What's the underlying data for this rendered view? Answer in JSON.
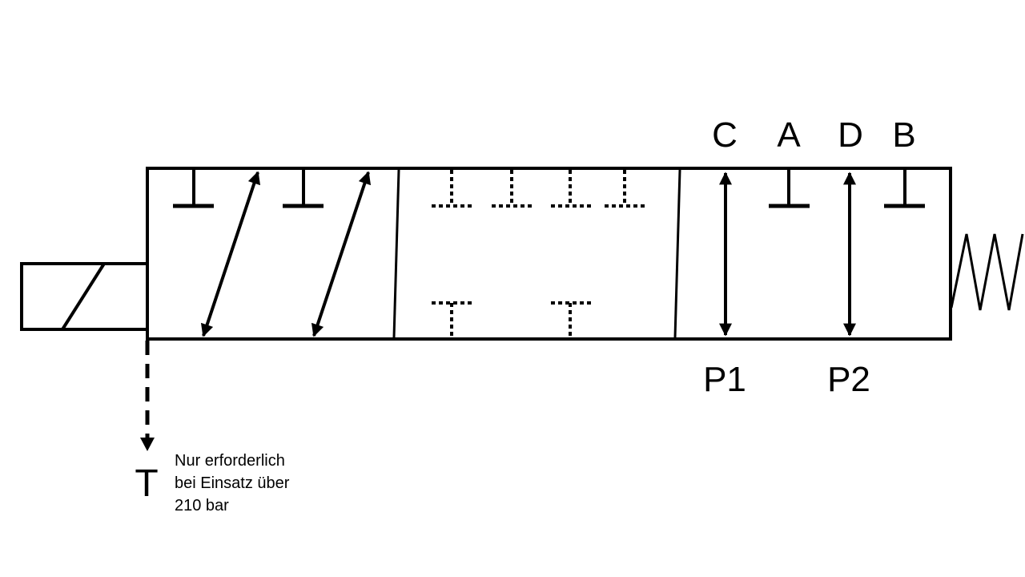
{
  "ports": {
    "top": [
      "C",
      "A",
      "D",
      "B"
    ],
    "bottom": [
      "P1",
      "P2"
    ]
  },
  "tank_label": "T",
  "note_lines": [
    "Nur erforderlich",
    "bei Einsatz über",
    "210 bar"
  ],
  "colors": {
    "line": "#000000",
    "background": "#ffffff"
  }
}
